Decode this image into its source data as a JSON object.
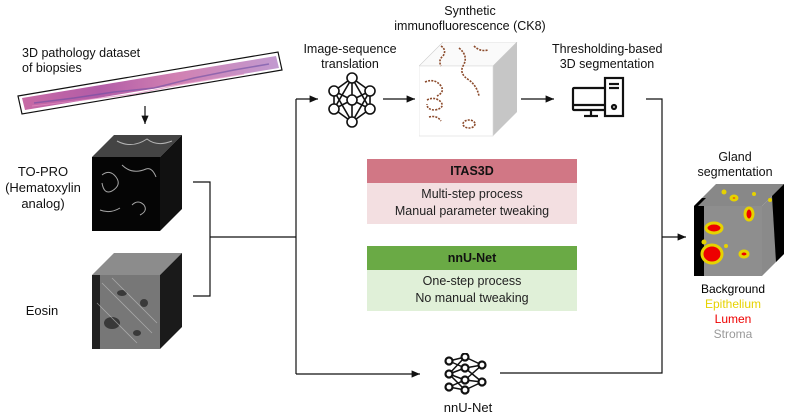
{
  "labels": {
    "dataset": [
      "3D pathology dataset",
      "of biopsies"
    ],
    "topro": [
      "TO-PRO",
      "(Hematoxylin",
      "analog)"
    ],
    "eosin": "Eosin",
    "image_seq": [
      "Image-sequence",
      "translation"
    ],
    "synthetic": [
      "Synthetic",
      "immunofluorescence (CK8)"
    ],
    "threshold": [
      "Thresholding-based",
      "3D segmentation"
    ],
    "gland": [
      "Gland",
      "segmentation"
    ],
    "nnunet_icon": "nnU-Net"
  },
  "boxes": {
    "itas3d": {
      "title": "ITAS3D",
      "lines": [
        "Multi-step process",
        "Manual parameter tweaking"
      ],
      "header_color": "#d17785",
      "body_color": "#f3dfe1"
    },
    "nnunet": {
      "title": "nnU-Net",
      "lines": [
        "One-step process",
        "No manual tweaking"
      ],
      "header_color": "#6aaa45",
      "body_color": "#e0f0d8"
    }
  },
  "legend": [
    {
      "label": "Background",
      "color": "#000000"
    },
    {
      "label": "Epithelium",
      "color": "#e6d200"
    },
    {
      "label": "Lumen",
      "color": "#ee0000"
    },
    {
      "label": "Stroma",
      "color": "#999999"
    }
  ],
  "icons": {
    "biopsy_strip": "tissue-strip-icon",
    "image_translation": "neural-network-icon",
    "segmentation": "computer-icon",
    "nnunet": "neural-network-icon"
  }
}
